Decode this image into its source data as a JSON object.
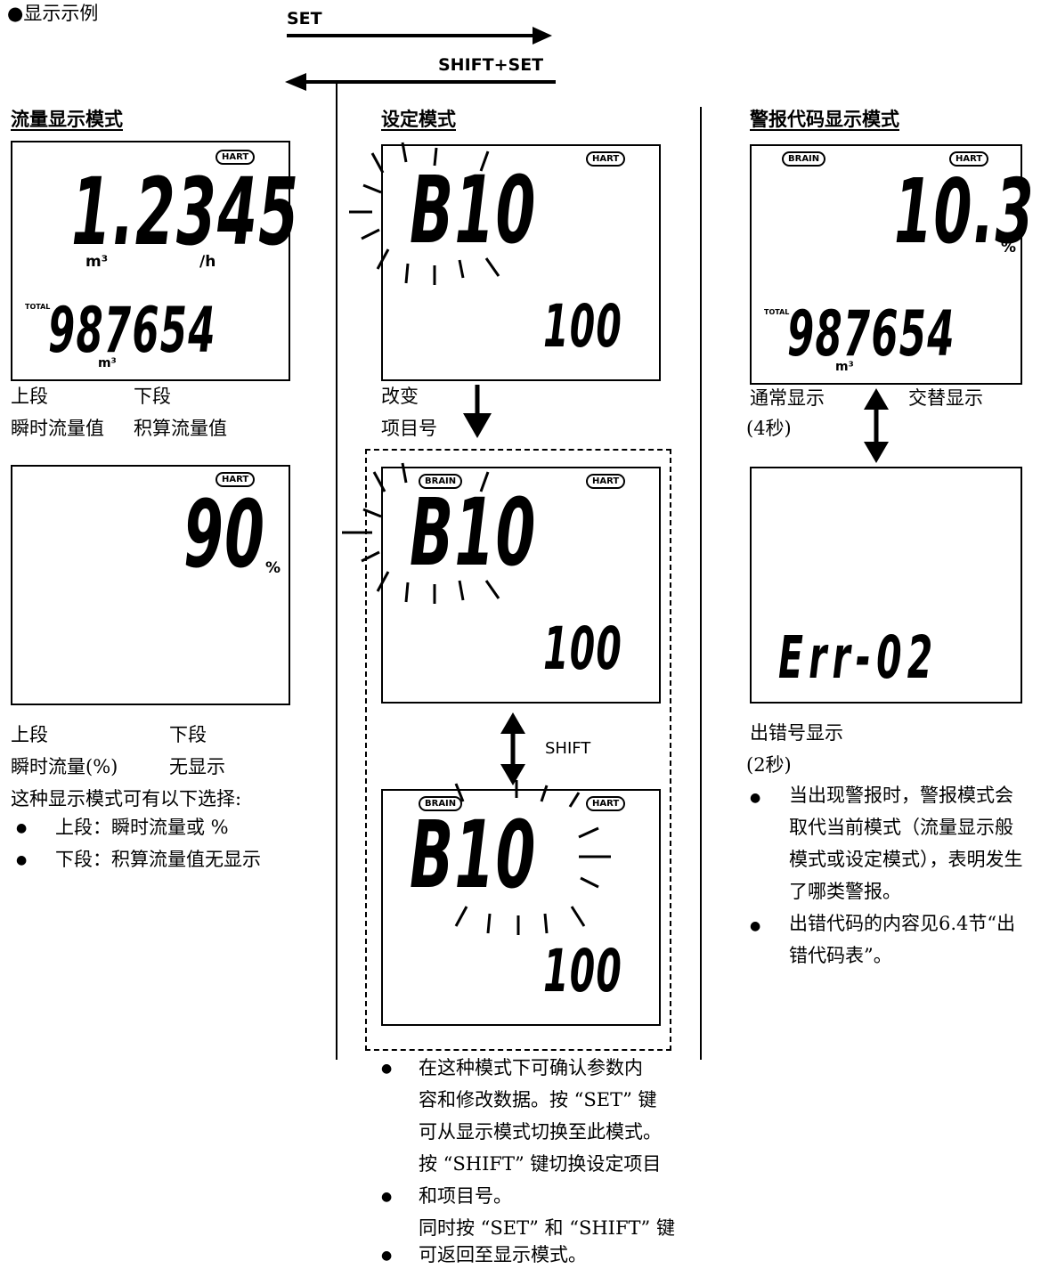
{
  "header": {
    "title": "●显示示例"
  },
  "arrows": {
    "set_label": "SET",
    "shift_set_label": "SHIFT+SET",
    "shift_label": "SHIFT"
  },
  "flow_mode": {
    "heading": "流量显示模式",
    "lcd1": {
      "tag": "HART",
      "upper_value": "1.2345",
      "unit_left": "m³",
      "unit_right": "/h",
      "total_label": "TOTAL",
      "lower_value": "987654",
      "lower_unit": "m³"
    },
    "lcd1_caption": {
      "upper_label": "上段",
      "lower_label": "下段",
      "upper_desc": "瞬时流量值",
      "lower_desc": "积算流量值"
    },
    "lcd2": {
      "tag": "HART",
      "value": "90",
      "unit": "%"
    },
    "lcd2_caption": {
      "upper_label": "上段",
      "lower_label": "下段",
      "upper_desc": "瞬时流量(%)",
      "lower_desc": "无显示"
    },
    "options_intro": "这种显示模式可有以下选择:",
    "options": [
      "上段：瞬时流量或 %",
      "下段：积算流量值无显示"
    ]
  },
  "setting_mode": {
    "heading": "设定模式",
    "lcd1": {
      "tag": "HART",
      "param": "B10",
      "value": "100"
    },
    "change_label_1": "改变",
    "change_label_2": "项目号",
    "lcd2": {
      "tag_left": "BRAIN",
      "tag_right": "HART",
      "param": "B10",
      "value": "100"
    },
    "lcd3": {
      "tag_left": "BRAIN",
      "tag_right": "HART",
      "param": "B10",
      "value": "100"
    },
    "notes": [
      "在这种模式下可确认参数内",
      "容和修改数据。按 “SET” 键",
      "可从显示模式切换至此模式。",
      "按 “SHIFT” 键切换设定项目",
      "和项目号。",
      "同时按 “SET” 和 “SHIFT” 键",
      "可返回至显示模式。"
    ]
  },
  "alarm_mode": {
    "heading": "警报代码显示模式",
    "lcd1": {
      "tag_left": "BRAIN",
      "tag_right": "HART",
      "value": "10.3",
      "unit": "%",
      "total_label": "TOTAL",
      "lower_value": "987654",
      "lower_unit": "m³"
    },
    "normal_label": "通常显示",
    "normal_time": "(4秒)",
    "alternate_label": "交替显示",
    "lcd2": {
      "value": "Err-02"
    },
    "error_label": "出错号显示",
    "error_time": "(2秒)",
    "notes": [
      "当出现警报时，警报模式会",
      "取代当前模式（流量显示般",
      "模式或设定模式），表明发生",
      "了哪类警报。",
      "出错代码的内容见6.4节“出",
      "错代码表”。"
    ]
  }
}
